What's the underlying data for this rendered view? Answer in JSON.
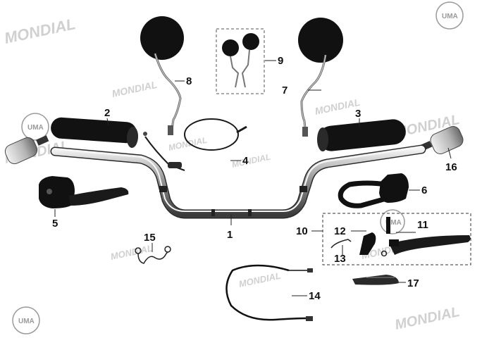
{
  "watermarks": {
    "brand": "MONDIAL",
    "logo": "UMA"
  },
  "parts": [
    {
      "id": "1",
      "label": "1"
    },
    {
      "id": "2",
      "label": "2"
    },
    {
      "id": "3",
      "label": "3"
    },
    {
      "id": "4",
      "label": "4"
    },
    {
      "id": "5",
      "label": "5"
    },
    {
      "id": "6",
      "label": "6"
    },
    {
      "id": "7",
      "label": "7"
    },
    {
      "id": "8",
      "label": "8"
    },
    {
      "id": "9",
      "label": "9"
    },
    {
      "id": "10",
      "label": "10"
    },
    {
      "id": "11",
      "label": "11"
    },
    {
      "id": "12",
      "label": "12"
    },
    {
      "id": "13",
      "label": "13"
    },
    {
      "id": "14",
      "label": "14"
    },
    {
      "id": "15",
      "label": "15"
    },
    {
      "id": "16",
      "label": "16"
    },
    {
      "id": "17",
      "label": "17"
    }
  ]
}
